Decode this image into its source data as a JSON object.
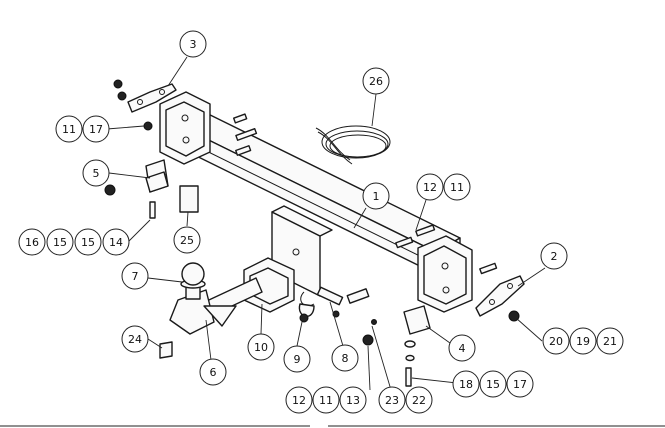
{
  "callouts": {
    "c1": "1",
    "c2": "2",
    "c3": "3",
    "c4": "4",
    "c5": "5",
    "c6": "6",
    "c7": "7",
    "c8": "8",
    "c9": "9",
    "c10": "10",
    "c11a": "11",
    "c11b": "11",
    "c11c": "11",
    "c12a": "12",
    "c12b": "12",
    "c13": "13",
    "c14": "14",
    "c15a": "15",
    "c15b": "15",
    "c15c": "15",
    "c16": "16",
    "c17a": "17",
    "c17b": "17",
    "c18": "18",
    "c19": "19",
    "c20": "20",
    "c21": "21",
    "c22": "22",
    "c23": "23",
    "c24": "24",
    "c25": "25",
    "c26": "26"
  }
}
